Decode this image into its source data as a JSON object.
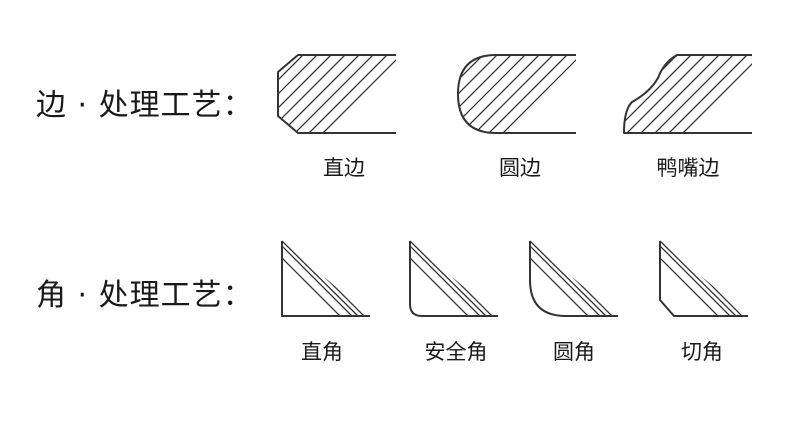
{
  "edge_section": {
    "title": "边 · 处理工艺：",
    "items": [
      {
        "id": "straight-edge",
        "label": "直边"
      },
      {
        "id": "round-edge",
        "label": "圆边"
      },
      {
        "id": "duck-bill-edge",
        "label": "鸭嘴边"
      }
    ]
  },
  "corner_section": {
    "title": "角 · 处理工艺：",
    "items": [
      {
        "id": "right-corner",
        "label": "直角"
      },
      {
        "id": "safe-corner",
        "label": "安全角"
      },
      {
        "id": "round-corner",
        "label": "圆角"
      },
      {
        "id": "cut-corner",
        "label": "切角"
      }
    ]
  },
  "colors": {
    "stroke": "#333333",
    "text": "#1a1a1a"
  }
}
